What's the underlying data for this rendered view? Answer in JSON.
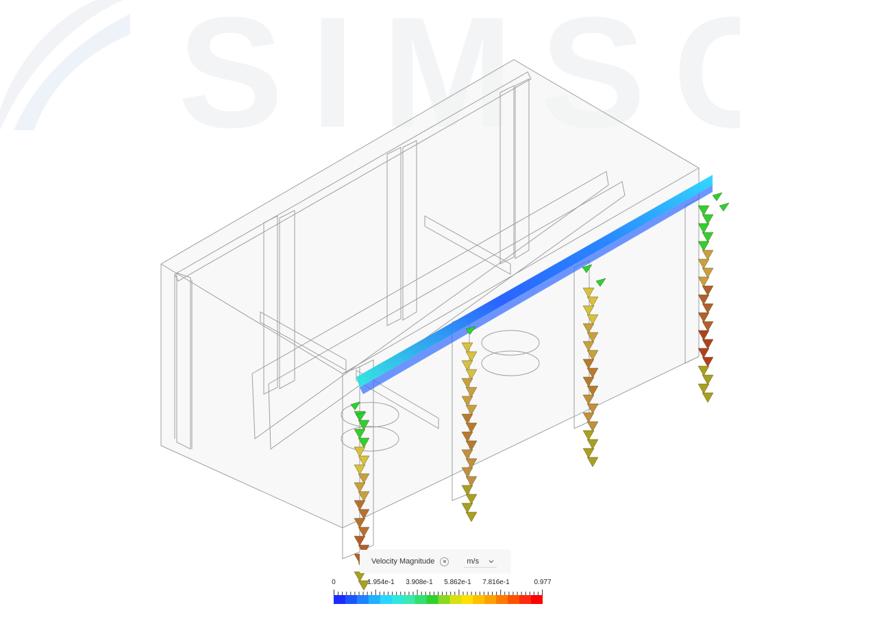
{
  "watermark": {
    "text": "SIMSCALE"
  },
  "legend": {
    "title": "Velocity Magnitude",
    "unit": "m/s",
    "ticks": [
      "0",
      "1.954e-1",
      "3.908e-1",
      "5.862e-1",
      "7.816e-1",
      "0.977"
    ],
    "colors": [
      "#1a2cff",
      "#1b55ff",
      "#1f82ff",
      "#22b0ff",
      "#27d7ff",
      "#2ee8e0",
      "#3be8b0",
      "#30e070",
      "#30d030",
      "#8ad820",
      "#d8e010",
      "#ffe000",
      "#ffc000",
      "#ffa000",
      "#ff7a00",
      "#ff5000",
      "#ff2a10",
      "#ff0000"
    ]
  }
}
